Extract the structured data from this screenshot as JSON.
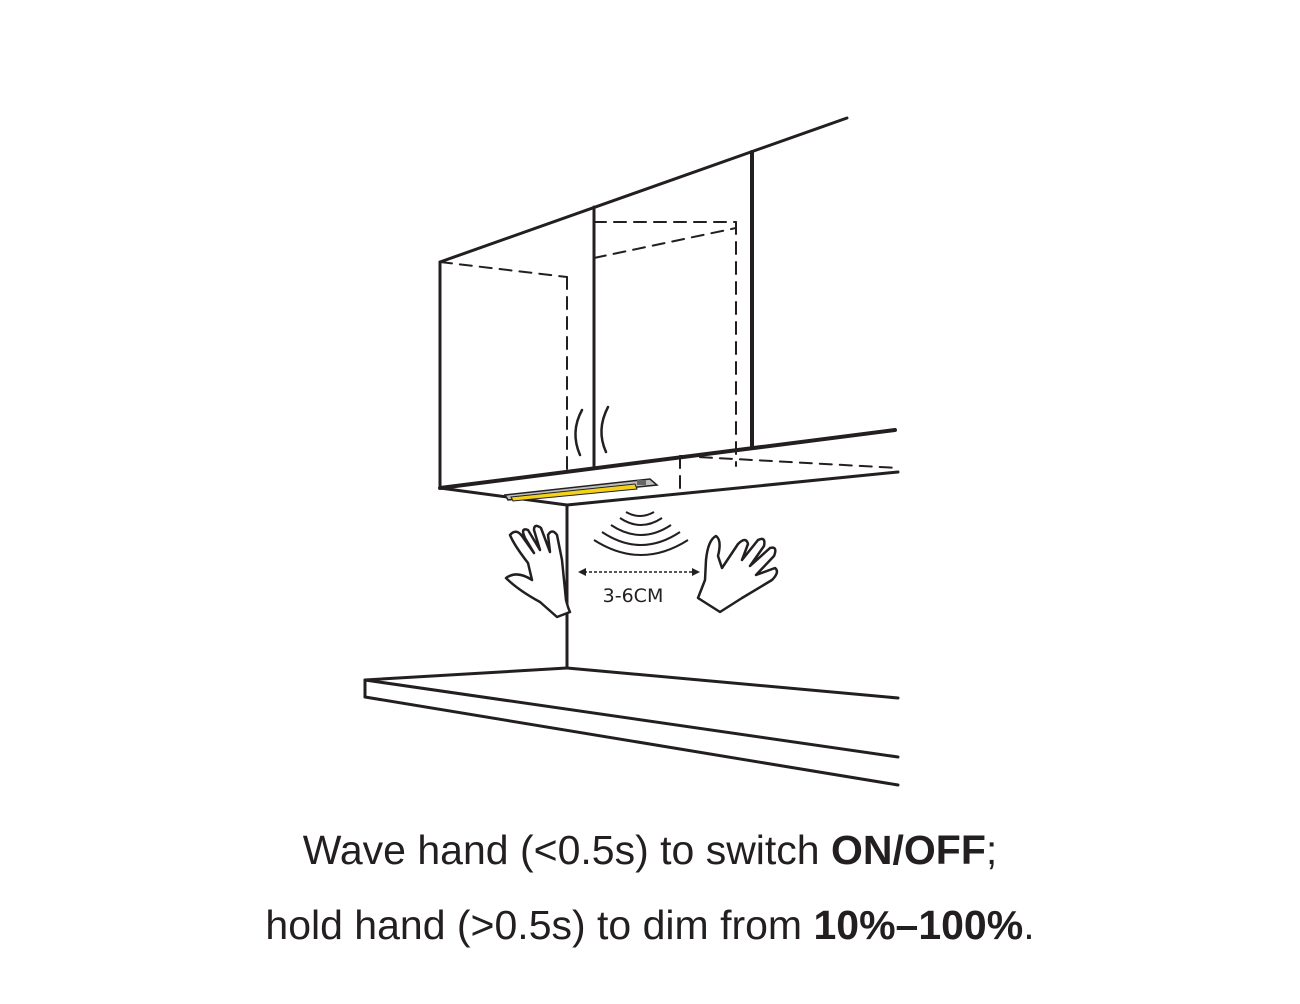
{
  "diagram": {
    "distance_label": "3-6CM",
    "colors": {
      "line": "#231f20",
      "light_strip": "#f2d21b",
      "bar": "#b9b9b9"
    }
  },
  "caption": {
    "line1": {
      "prefix": "Wave hand (<0.5s) to switch ",
      "bold": "ON/OFF",
      "suffix": ";"
    },
    "line2": {
      "prefix": "hold hand (>0.5s) to dim from ",
      "bold": "10%–100%",
      "suffix": "."
    }
  }
}
